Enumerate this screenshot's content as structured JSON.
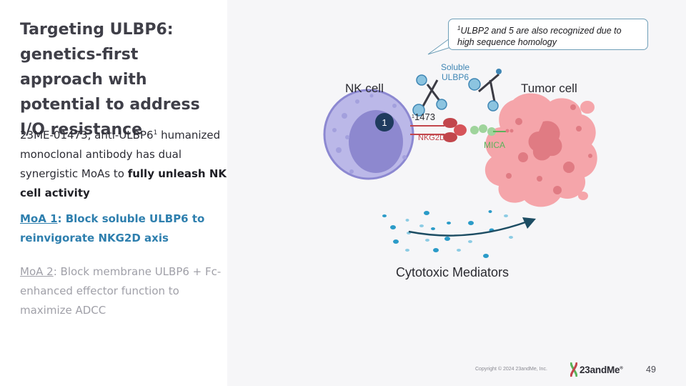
{
  "slide": {
    "title": "Targeting ULBP6: genetics-first approach with potential to address I/O resistance",
    "intro": {
      "lead": "23ME-01473, anti-ULBP6",
      "sup": "1",
      "middle": " humanized monoclonal antibody has dual synergistic MoAs to ",
      "emphasis": "fully unleash NK cell activity"
    },
    "moa1": {
      "label": "MoA 1",
      "text": ": Block soluble ULBP6 to reinvigorate NKG2D axis"
    },
    "moa2": {
      "label": "MoA 2",
      "text": ": Block membrane ULBP6 + Fc-enhanced effector function to maximize ADCC"
    },
    "callout": {
      "sup": "1",
      "text": "ULBP2 and 5 are also recognized due to high sequence homology"
    }
  },
  "diagram": {
    "nk_cell": "NK cell",
    "tumor_cell": "Tumor cell",
    "soluble_ulbp6_line1": "Soluble",
    "soluble_ulbp6_line2": "ULBP6",
    "antibody_label": "1473",
    "antibody_sup": "1",
    "nk_badge": "1",
    "nkg2d": "NKG2D",
    "mica": "MICA",
    "cytotoxic": "Cytotoxic Mediators",
    "colors": {
      "nk": "#b4b2e6",
      "tumor": "#f2a0a6",
      "nkg2d": "#c2464c",
      "mica": "#5bb35a",
      "soluble": "#3f86b4",
      "badge": "#1f3b5e",
      "arrow": "#1d4d63"
    }
  },
  "footer": {
    "copyright": "Copyright © 2024 23andMe, Inc.",
    "logo_text": "23andMe",
    "logo_reg": "®",
    "page_number": "49"
  }
}
